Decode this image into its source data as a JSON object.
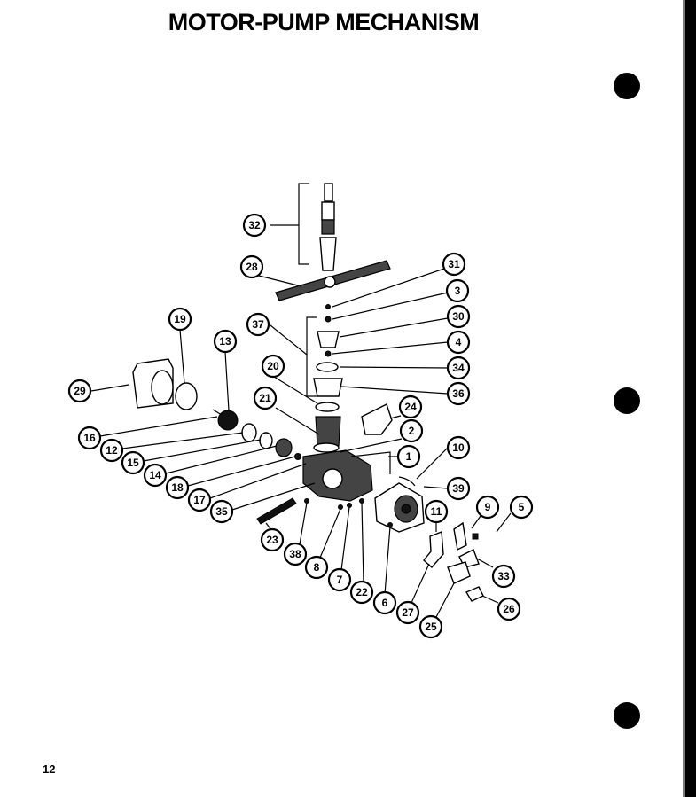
{
  "title": "MOTOR-PUMP MECHANISM",
  "page_number": "12",
  "callouts": [
    {
      "id": "c32",
      "label": "32"
    },
    {
      "id": "c28",
      "label": "28"
    },
    {
      "id": "c31",
      "label": "31"
    },
    {
      "id": "c3",
      "label": "3"
    },
    {
      "id": "c30",
      "label": "30"
    },
    {
      "id": "c37",
      "label": "37"
    },
    {
      "id": "c4",
      "label": "4"
    },
    {
      "id": "c34",
      "label": "34"
    },
    {
      "id": "c36",
      "label": "36"
    },
    {
      "id": "c19",
      "label": "19"
    },
    {
      "id": "c13",
      "label": "13"
    },
    {
      "id": "c20",
      "label": "20"
    },
    {
      "id": "c29",
      "label": "29"
    },
    {
      "id": "c21",
      "label": "21"
    },
    {
      "id": "c24",
      "label": "24"
    },
    {
      "id": "c2",
      "label": "2"
    },
    {
      "id": "c16",
      "label": "16"
    },
    {
      "id": "c12",
      "label": "12"
    },
    {
      "id": "c1",
      "label": "1"
    },
    {
      "id": "c10",
      "label": "10"
    },
    {
      "id": "c15",
      "label": "15"
    },
    {
      "id": "c14",
      "label": "14"
    },
    {
      "id": "c18",
      "label": "18"
    },
    {
      "id": "c39",
      "label": "39"
    },
    {
      "id": "c17",
      "label": "17"
    },
    {
      "id": "c9",
      "label": "9"
    },
    {
      "id": "c5",
      "label": "5"
    },
    {
      "id": "c35",
      "label": "35"
    },
    {
      "id": "c11",
      "label": "11"
    },
    {
      "id": "c23",
      "label": "23"
    },
    {
      "id": "c38",
      "label": "38"
    },
    {
      "id": "c8",
      "label": "8"
    },
    {
      "id": "c7",
      "label": "7"
    },
    {
      "id": "c33",
      "label": "33"
    },
    {
      "id": "c22",
      "label": "22"
    },
    {
      "id": "c6",
      "label": "6"
    },
    {
      "id": "c27",
      "label": "27"
    },
    {
      "id": "c26",
      "label": "26"
    },
    {
      "id": "c25",
      "label": "25"
    }
  ]
}
